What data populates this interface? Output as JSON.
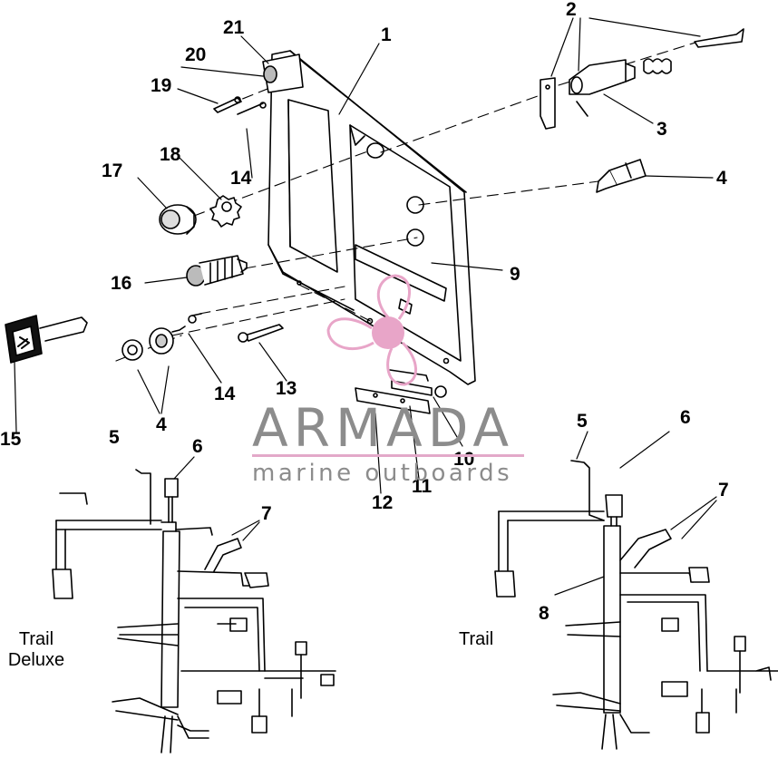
{
  "callouts": {
    "c1": "1",
    "c2": "2",
    "c3": "3",
    "c4a": "4",
    "c4b": "4",
    "c5a": "5",
    "c5b": "5",
    "c6a": "6",
    "c6b": "6",
    "c7a": "7",
    "c7b": "7",
    "c8": "8",
    "c9": "9",
    "c10": "10",
    "c11": "11",
    "c12": "12",
    "c13": "13",
    "c14a": "14",
    "c14b": "14",
    "c15": "15",
    "c16": "16",
    "c17": "17",
    "c18": "18",
    "c19": "19",
    "c20": "20",
    "c21": "21"
  },
  "labels": {
    "trail_deluxe_line1": "Trail",
    "trail_deluxe_line2": "Deluxe",
    "trail": "Trail"
  },
  "watermark": {
    "title": "ARMADA",
    "subtitle": "marine outboards",
    "logo_color": "#e8a5c8",
    "text_color": "#8c8c8c"
  }
}
